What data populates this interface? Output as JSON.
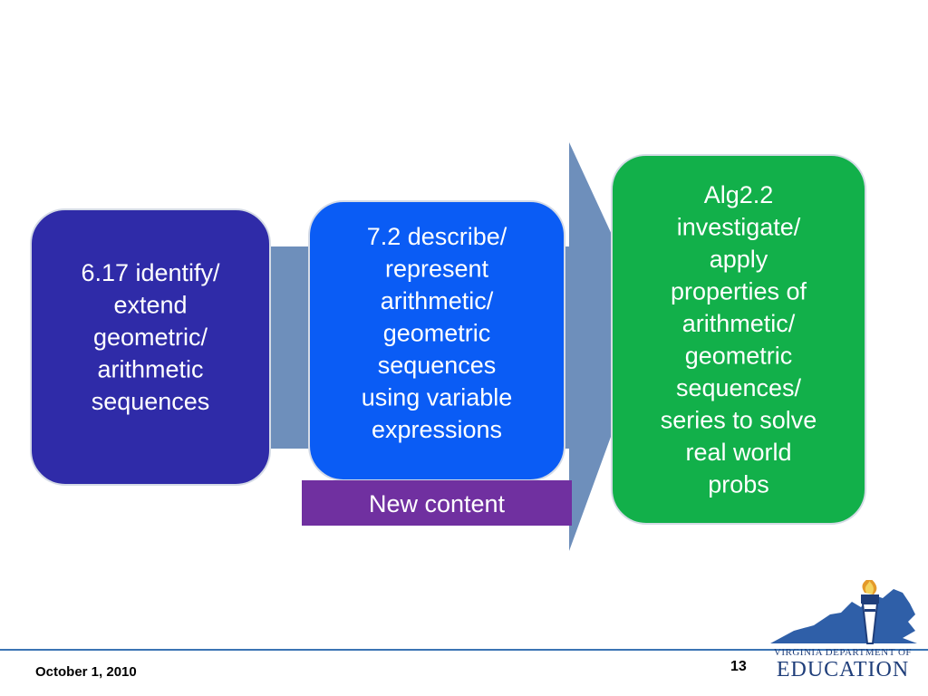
{
  "boxes": [
    {
      "lines": [
        "6.17 identify/",
        "extend",
        "geometric/",
        "arithmetic",
        "sequences"
      ],
      "color": "#2f2ba8"
    },
    {
      "lines": [
        "7.2 describe/",
        "represent",
        "arithmetic/",
        "geometric",
        "sequences",
        "using variable",
        "expressions"
      ],
      "color": "#0a5cf5"
    },
    {
      "lines": [
        "Alg2.2",
        "investigate/",
        "apply",
        "properties of",
        "arithmetic/",
        "geometric",
        "sequences/",
        "series to solve",
        "real world",
        "probs"
      ],
      "color": "#12b04a"
    }
  ],
  "label": {
    "text": "New content",
    "color": "#7030a0"
  },
  "colors": {
    "arrow": "#6e8fbb",
    "box_border": "#d5dbe6",
    "footer_rule": "#3b74b4",
    "logo_blue": "#1f3e7a"
  },
  "footer": {
    "date": "October 1, 2010",
    "page": "13"
  },
  "logo": {
    "line1": "VIRGINIA DEPARTMENT OF",
    "line2": "EDUCATION",
    "icon": "virginia-torch-logo-icon"
  }
}
